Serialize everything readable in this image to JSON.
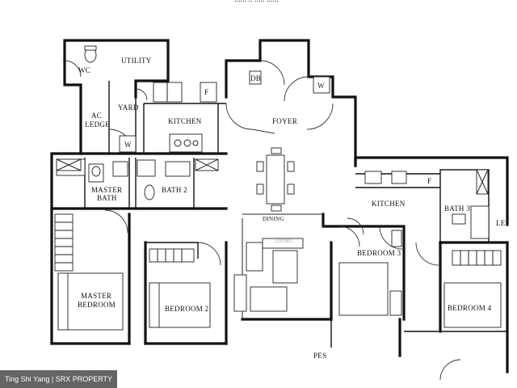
{
  "header_text": "...... .. ..... ......",
  "rooms": {
    "wc": "WC",
    "utility": "UTILITY",
    "db": "DB",
    "w_top": "W",
    "yard": "YARD",
    "kitchen_left": "KITCHEN",
    "foyer": "FOYER",
    "ac_ledge_1": "AC",
    "ac_ledge_2": "LEDGE",
    "w_left": "W",
    "f_top": "F",
    "master_bath_1": "MASTER",
    "master_bath_2": "BATH",
    "bath2": "BATH 2",
    "kitchen_right": "KITCHEN",
    "f_right": "F",
    "bath3": "BATH 3",
    "le": "LE",
    "dining": "DINING",
    "living": "LIVING",
    "bedroom3": "BEDROOM 3",
    "master_bedroom_1": "MASTER",
    "master_bedroom_2": "BEDROOM",
    "bedroom2": "BEDROOM 2",
    "bedroom4": "BEDROOM 4",
    "pes": "PES"
  },
  "watermark": "Ting Shi Yang | SRX PROPERTY"
}
